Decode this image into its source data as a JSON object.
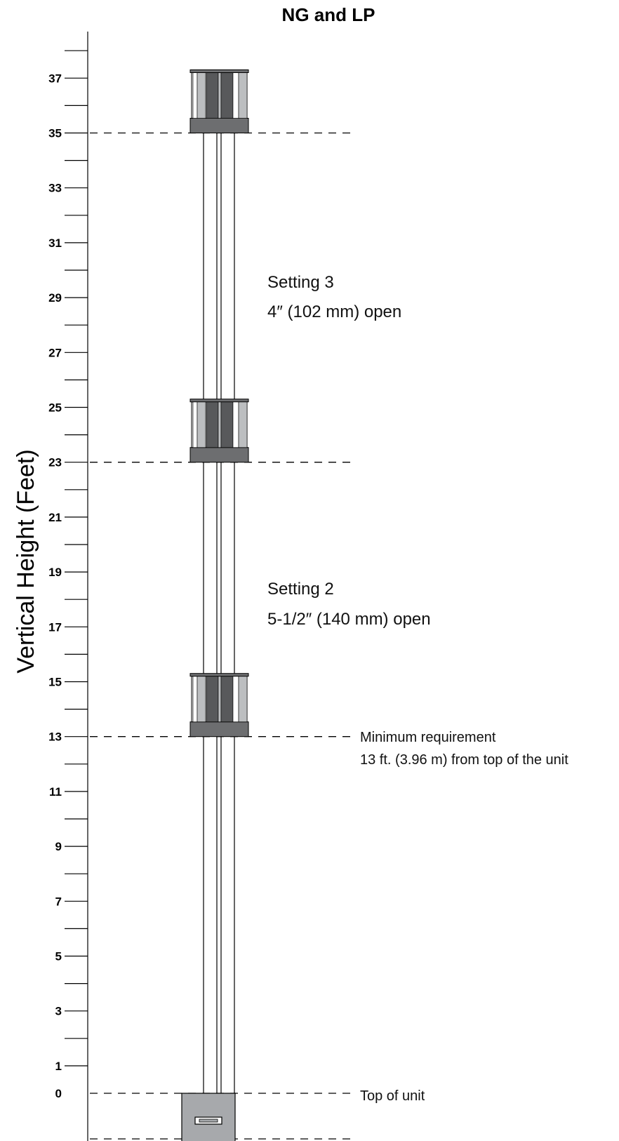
{
  "title": "NG and LP",
  "axis_label": "Vertical Height (Feet)",
  "ticks": {
    "major": [
      0,
      1,
      3,
      5,
      7,
      9,
      11,
      13,
      15,
      17,
      19,
      21,
      23,
      25,
      27,
      29,
      31,
      33,
      35,
      37
    ],
    "labels": [
      "0",
      "1",
      "3",
      "5",
      "7",
      "9",
      "11",
      "13",
      "15",
      "17",
      "19",
      "21",
      "23",
      "25",
      "27",
      "29",
      "31",
      "33",
      "35",
      "37"
    ],
    "minor": [
      2,
      4,
      6,
      8,
      10,
      12,
      14,
      16,
      18,
      20,
      22,
      24,
      26,
      28,
      30,
      32,
      34,
      36,
      38
    ]
  },
  "settings": [
    {
      "line1": "Setting 3",
      "line2": "4″ (102 mm) open"
    },
    {
      "line1": "Setting 2",
      "line2": "5-1/2″ (140 mm) open"
    }
  ],
  "annotations": {
    "minimum_line1": "Minimum requirement",
    "minimum_line2": "13 ft. (3.96 m) from top of the unit",
    "top_of_unit": "Top of unit"
  },
  "chart_data": {
    "type": "diagram",
    "y_unit": "feet",
    "ylim": [
      -1.8,
      38.5
    ],
    "reference_lines_ft": [
      0,
      13,
      23,
      35
    ],
    "cap_positions_ft": [
      13,
      23,
      35
    ],
    "colors": {
      "cap_band": "#6d6e70",
      "cap_light": "#bcbec0",
      "cap_dark": "#58595b",
      "unit_box": "#a7a9ac"
    }
  }
}
